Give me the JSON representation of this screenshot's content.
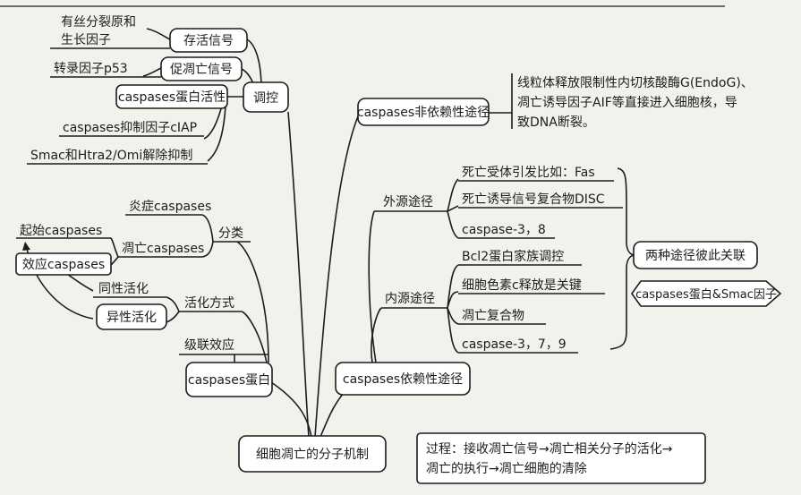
{
  "root": "细胞凋亡的分子机制",
  "regulation": {
    "hub": "调控",
    "survival": "存活信号",
    "survival_sources": [
      "有丝分裂原和",
      "生长因子"
    ],
    "pro_apoptosis": "促凋亡信号",
    "p53": "转录因子p53",
    "casp_activity": "caspases蛋白活性",
    "ciap": "caspases抑制因子cIAP",
    "smac": "Smac和Htra2/Omi解除抑制"
  },
  "caspases": {
    "hub": "caspases蛋白",
    "cascade": "级联效应",
    "classification": "分类",
    "inflammatory": "炎症caspases",
    "apoptotic": "凋亡caspases",
    "initiator": "起始caspases",
    "effector": "效应caspases",
    "activation": "活化方式",
    "homo": "同性活化",
    "hetero": "异性活化"
  },
  "independent": {
    "hub": "caspases非依赖性途径",
    "desc": [
      "线粒体释放限制性内切核酸酶G(EndoG)、",
      "凋亡诱导因子AIF等直接进入细胞核，导",
      "致DNA断裂。"
    ]
  },
  "dependent": {
    "hub": "caspases依赖性途径",
    "extrinsic": "外源途径",
    "ext_items": [
      "死亡受体引发比如：Fas",
      "死亡诱导信号复合物DISC",
      "caspase-3，8"
    ],
    "intrinsic": "内源途径",
    "int_items": [
      "Bcl2蛋白家族调控",
      "细胞色素c释放是关键",
      "凋亡复合物",
      "caspase-3，7，9"
    ],
    "link": "两种途径彼此关联",
    "link_factor": "caspases蛋白&Smac因子"
  },
  "process": [
    "过程：接收凋亡信号→凋亡相关分子的活化→",
    "凋亡的执行→凋亡细胞的清除"
  ]
}
